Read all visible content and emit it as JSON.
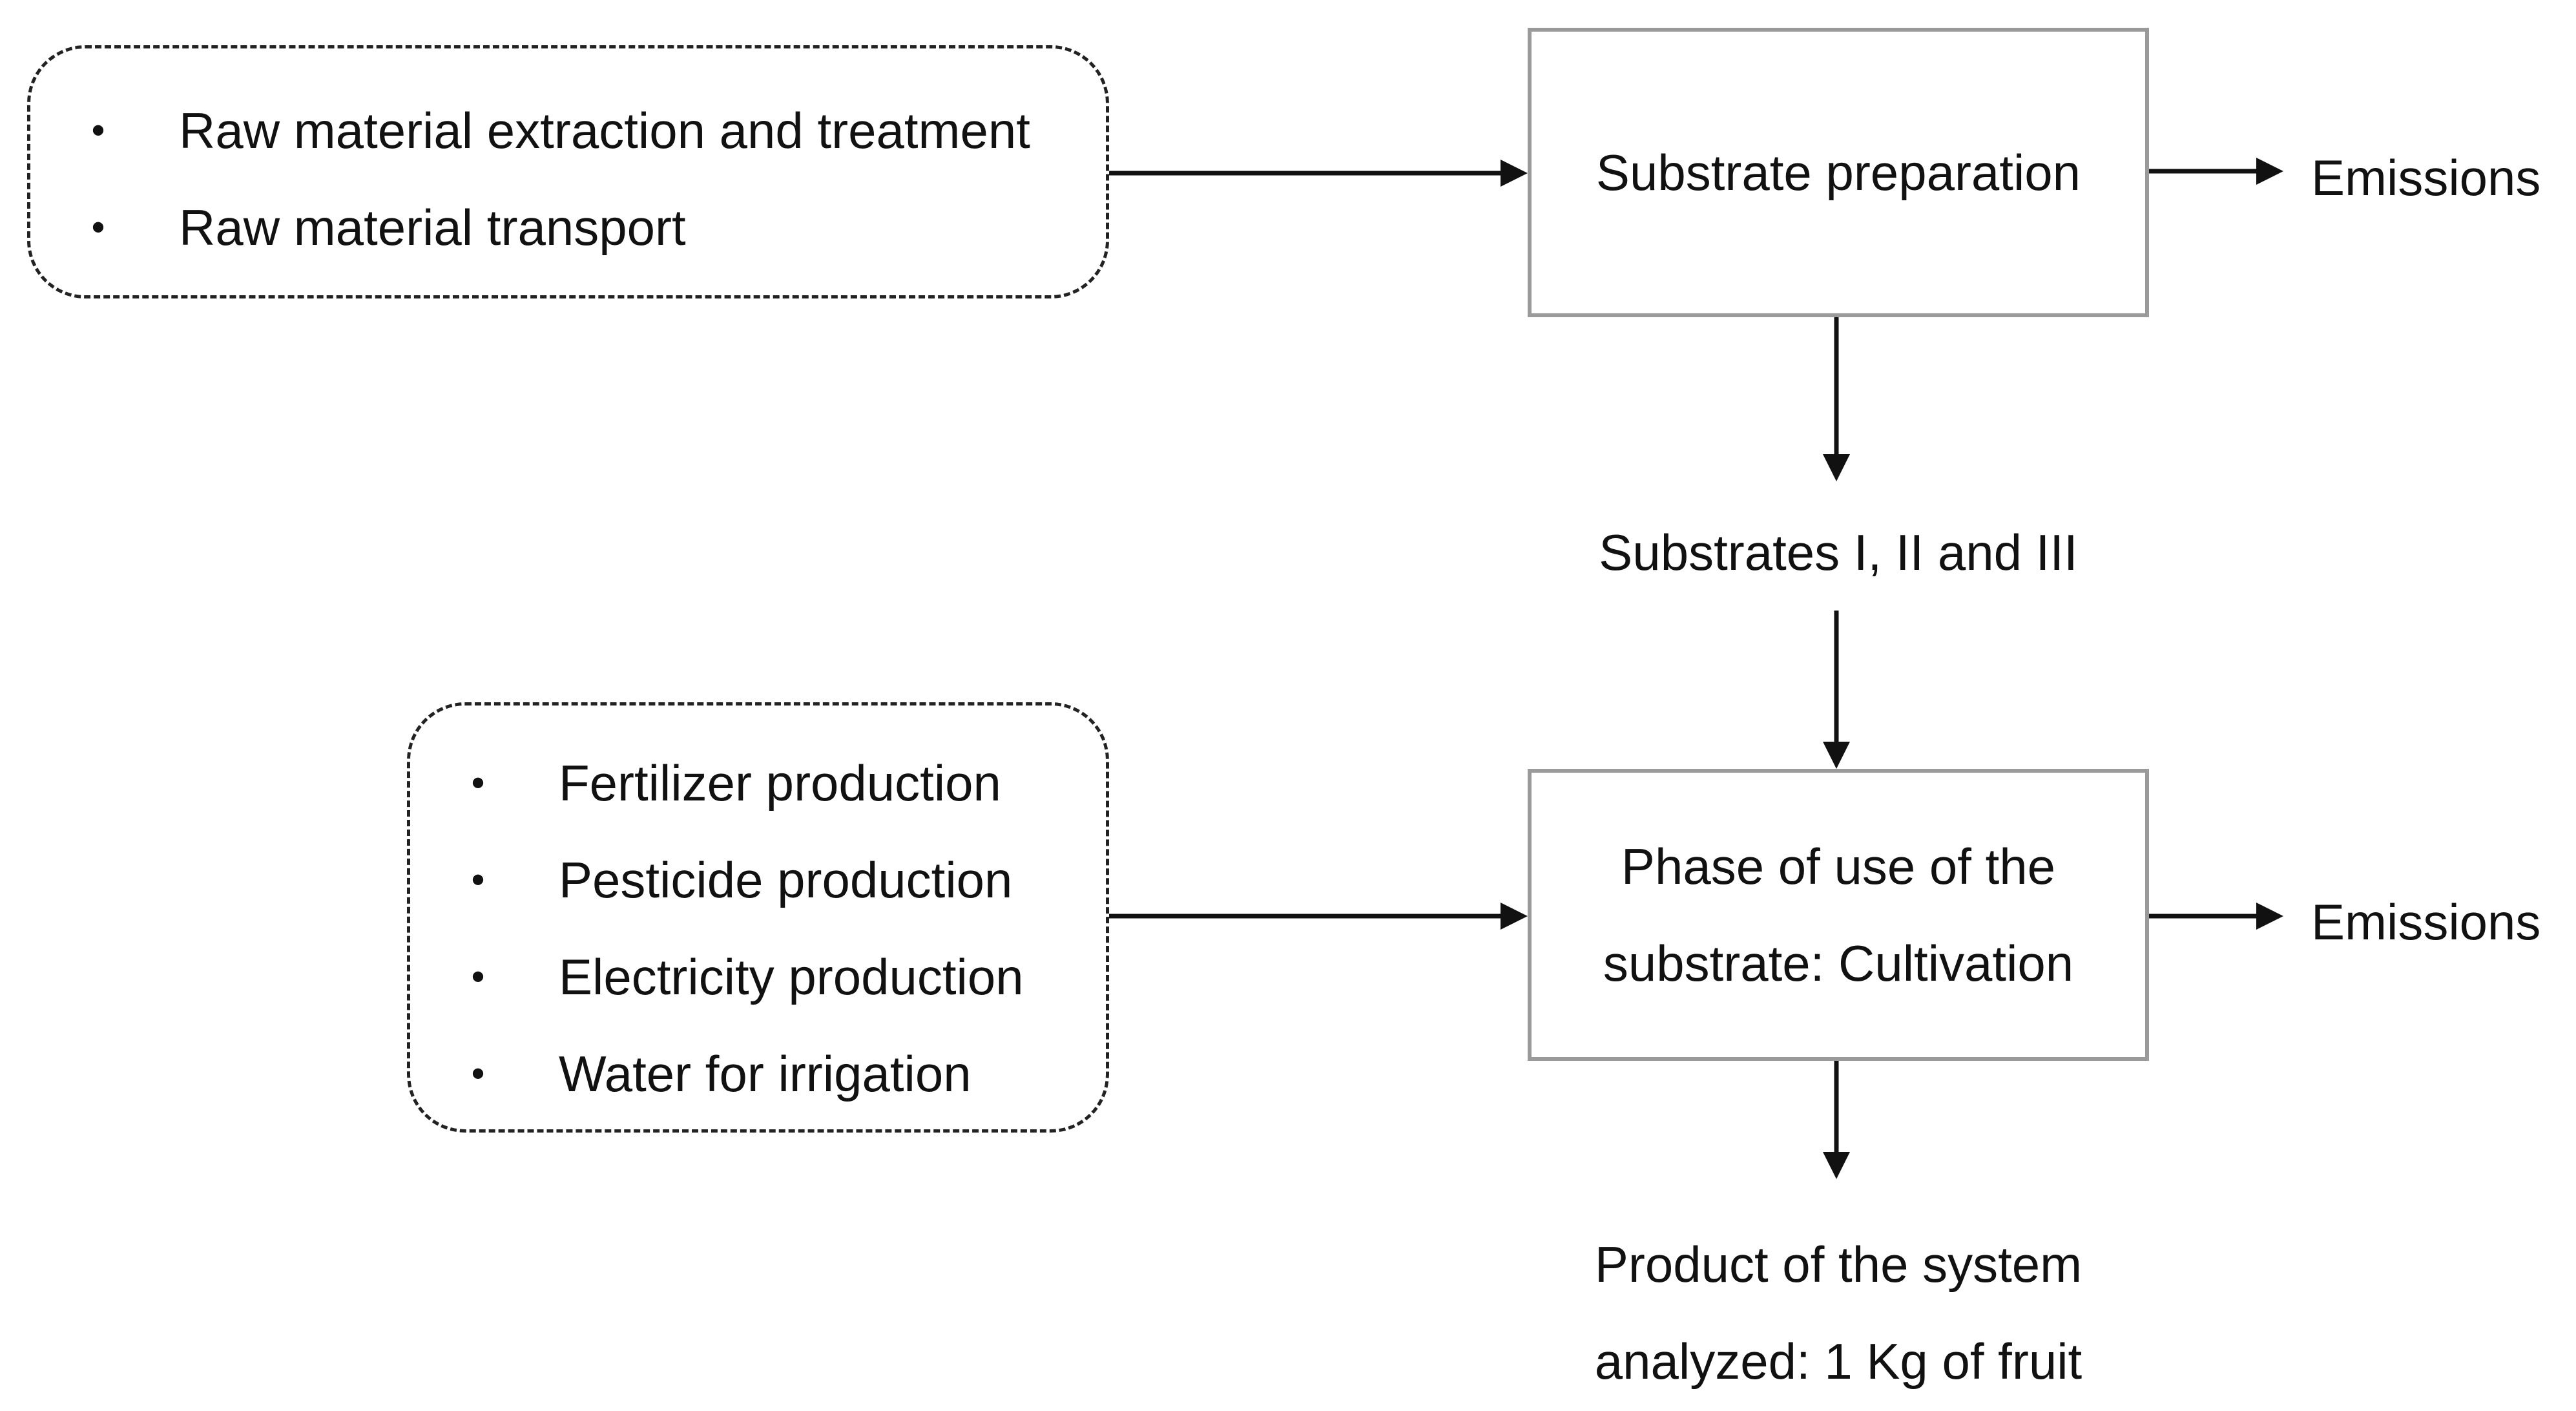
{
  "inputs_top": {
    "items": [
      "Raw material extraction and treatment",
      "Raw material transport"
    ]
  },
  "inputs_bottom": {
    "items": [
      "Fertilizer production",
      "Pesticide production",
      "Electricity production",
      "Water for irrigation"
    ]
  },
  "substrate_preparation": {
    "label": "Substrate preparation"
  },
  "substrates_output": {
    "label": "Substrates I, II and III"
  },
  "cultivation": {
    "line1": "Phase of use of the",
    "line2": "substrate: Cultivation"
  },
  "emissions_top": {
    "label": "Emissions"
  },
  "emissions_bottom": {
    "label": "Emissions"
  },
  "product": {
    "line1": "Product of the system",
    "line2": "analyzed: 1 Kg of fruit"
  },
  "colors": {
    "box_border": "#9a9a9a",
    "line": "#111111",
    "dashed_border": "#222222"
  }
}
